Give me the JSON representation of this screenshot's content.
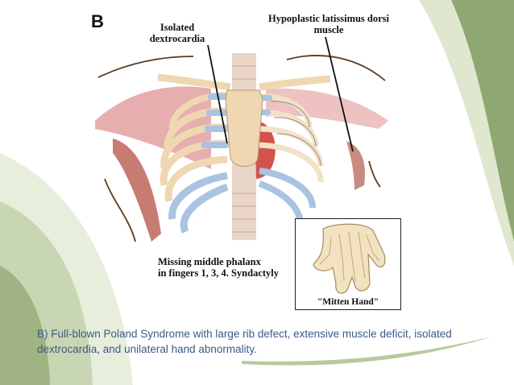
{
  "figure": {
    "letter": "B",
    "labels": {
      "dextrocardia": "Isolated\ndextrocardia",
      "latissimus": "Hypoplastic latissimus dorsi\nmuscle",
      "phalanx": "Missing middle phalanx\nin fingers 1, 3, 4.  Syndactyly",
      "mitten": "\"Mitten Hand\""
    }
  },
  "caption": "B) Full-blown Poland Syndrome with large rib defect, extensive muscle deficit, isolated dextrocardia, and unilateral hand abnormality.",
  "colors": {
    "accent_green": "#9bb07a",
    "light_green": "#dfe7cf",
    "caption_text": "#3a5a86",
    "muscle_pink": "#e2a0a0",
    "rib_cream": "#efd7b2",
    "cartilage_blue": "#a9c3e0",
    "heart_red": "#d2524e"
  }
}
